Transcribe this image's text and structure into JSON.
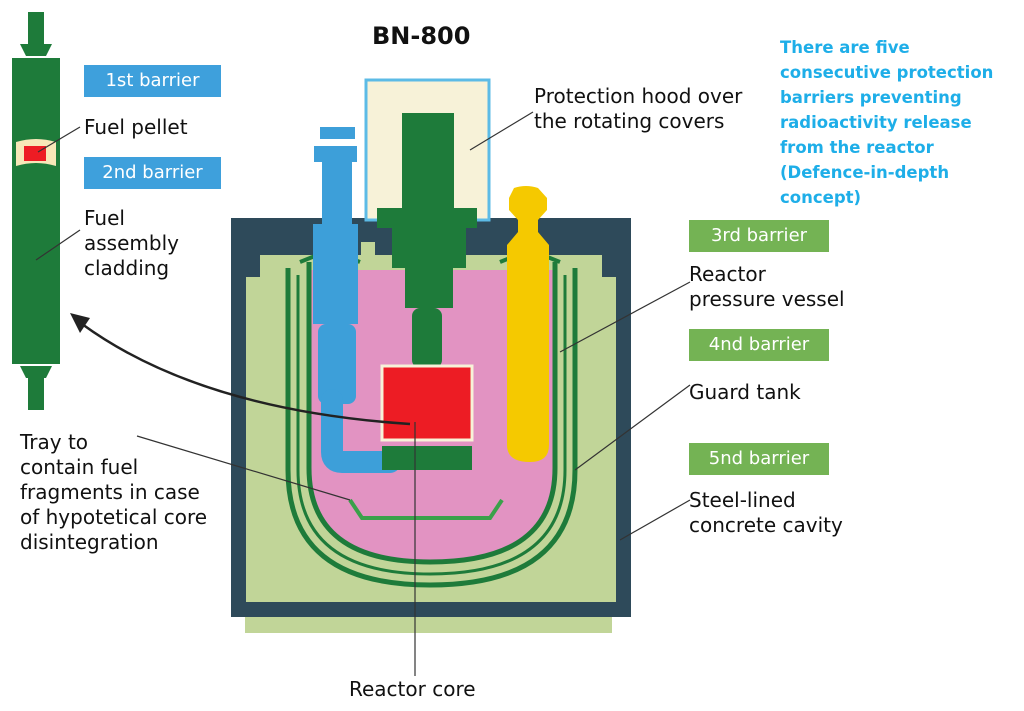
{
  "title": "BN-800",
  "note": "There are five consecutive protection barriers preventing radioactivity release from the reactor (Defence-in-depth concept)",
  "barriers": {
    "b1": "1st barrier",
    "b2": "2nd barrier",
    "b3": "3rd barrier",
    "b4": "4nd barrier",
    "b5": "5nd barrier"
  },
  "labels": {
    "fuel_pellet": "Fuel pellet",
    "cladding": [
      "Fuel",
      "assembly",
      "cladding"
    ],
    "hood": [
      "Protection hood over",
      "the rotating covers"
    ],
    "pressure_vessel": [
      "Reactor",
      "pressure vessel"
    ],
    "guard_tank": "Guard tank",
    "cavity": [
      "Steel-lined",
      "concrete cavity"
    ],
    "tray": [
      "Tray to",
      "contain fuel",
      "fragments in case",
      "of hypotetical core",
      "disintegration"
    ],
    "core": "Reactor core"
  },
  "colors": {
    "badge_blue": "#3ea0dc",
    "badge_green": "#74b354",
    "note_text": "#1eaee8",
    "concrete": "#c1d598",
    "steel_frame": "#2e4a5a",
    "coolant": "#e293c2",
    "vessel_green": "#1e7b3a",
    "core_red": "#ed1c24",
    "hood": "#f7f2d8",
    "pump_blue": "#3d9fd9",
    "pump_yellow": "#f5c900"
  }
}
